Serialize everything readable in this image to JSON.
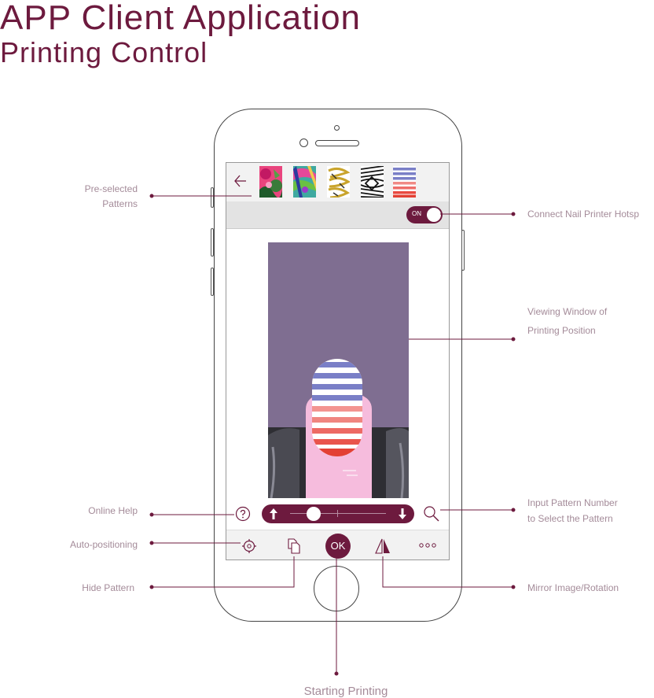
{
  "title": "APP Client Application",
  "subtitle": "Printing Control",
  "app": {
    "pattern_thumbnails": [
      "floral-pink",
      "floral-green",
      "swirl-gold",
      "wave-black",
      "stripes-red-blue"
    ],
    "toggle_label": "ON",
    "ok_label": "OK"
  },
  "annotations": {
    "preselected_1": "Pre-selected",
    "preselected_2": "Patterns",
    "connect": "Connect Nail Printer Hotsp",
    "viewing_1": "Viewing Window of",
    "viewing_2": "Printing Position",
    "online_help": "Online Help",
    "input_pattern_1": "Input Pattern Number",
    "input_pattern_2": "to Select the Pattern",
    "auto_positioning": "Auto-positioning",
    "hide_pattern": "Hide Pattern",
    "mirror": "Mirror Image/Rotation",
    "starting": "Starting Printing"
  },
  "colors": {
    "brand": "#6d1a3e",
    "viewer_bg": "#7f6e91",
    "annotation": "#a48b99"
  }
}
